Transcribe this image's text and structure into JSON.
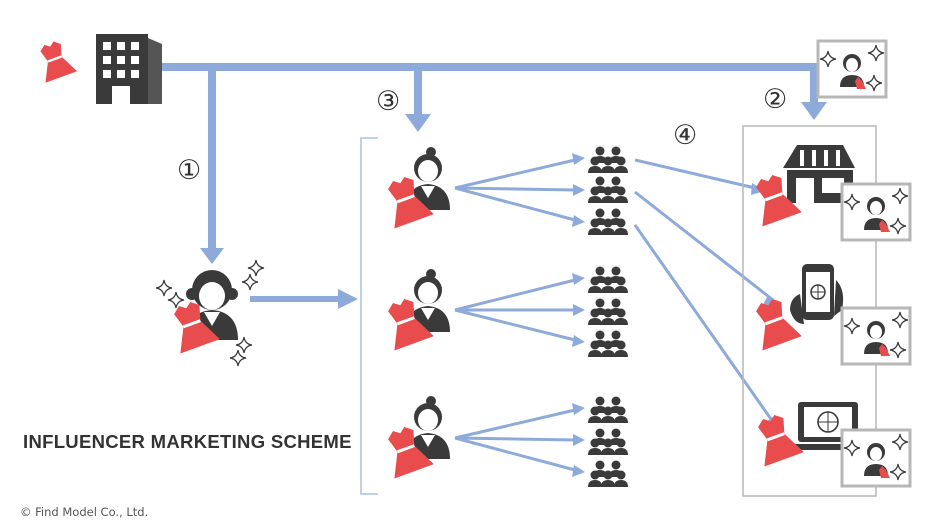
{
  "steps": {
    "one": "①",
    "two": "②",
    "three": "③",
    "four": "④"
  },
  "title": "INFLUENCER MARKETING SCHEME",
  "copyright": "© Find Model Co., Ltd.",
  "colors": {
    "arrow": "#8eaadb",
    "arrow_dark": "#7f98c4",
    "icon": "#3a3a3a",
    "dress": "#e84c4c",
    "frame": "#b7b7b7"
  },
  "icons": [
    "company-building-icon",
    "dress-icon",
    "influencer-icon",
    "customer-group-icon",
    "store-icon",
    "smartphone-icon",
    "computer-icon",
    "photo-card-icon",
    "sparkle-icon"
  ]
}
